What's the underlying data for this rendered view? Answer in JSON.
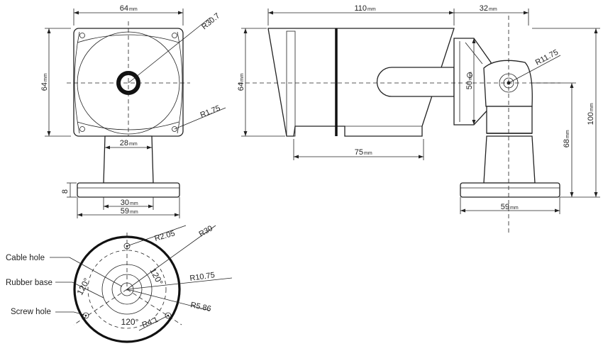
{
  "front_view": {
    "width": {
      "value": "64",
      "unit": "mm"
    },
    "height": {
      "value": "64",
      "unit": "mm"
    },
    "lens_radius": "R30.7",
    "corner_radius": "R1.75",
    "neck_width": {
      "value": "28",
      "unit": "mm"
    },
    "base_thickness": "8",
    "base_inner": {
      "value": "30",
      "unit": "mm"
    },
    "base_outer": {
      "value": "59",
      "unit": "mm"
    }
  },
  "side_view": {
    "housing_length": {
      "value": "110",
      "unit": "mm"
    },
    "bracket_depth": {
      "value": "32",
      "unit": "mm"
    },
    "housing_height": {
      "value": "64",
      "unit": "mm"
    },
    "sunshield_length": {
      "value": "75",
      "unit": "mm"
    },
    "bracket_height": {
      "value": "50",
      "unit": "mm"
    },
    "joint_radius": "R11.75",
    "mount_height": {
      "value": "68",
      "unit": "mm"
    },
    "total_height": {
      "value": "100",
      "unit": "mm"
    },
    "base_width": {
      "value": "59",
      "unit": "mm"
    }
  },
  "base_view": {
    "labels": {
      "cable_hole": "Cable hole",
      "rubber_base": "Rubber base",
      "screw_hole": "Screw hole"
    },
    "radii": {
      "screw": "R2.05",
      "outer": "R30",
      "inner": "R10.75",
      "ring": "R5.86",
      "hole": "R4.1"
    },
    "angles": {
      "left": "120°",
      "right": "120°",
      "bottom": "120°"
    }
  }
}
